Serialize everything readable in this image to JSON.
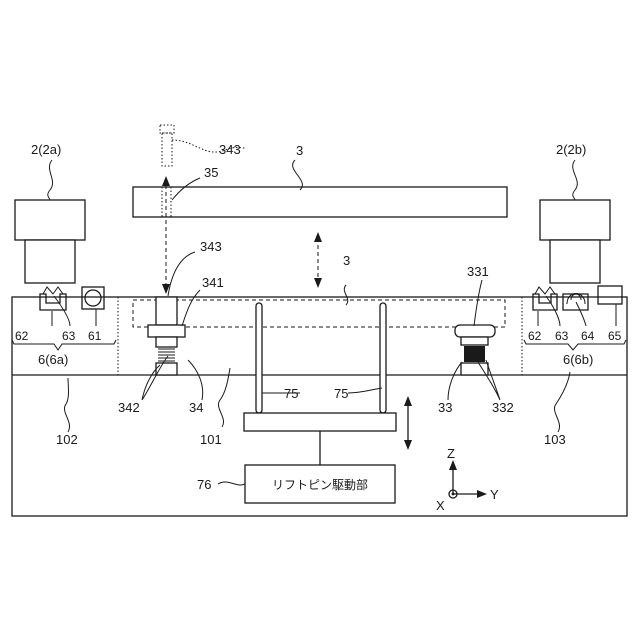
{
  "labels": {
    "stage_left": "2(2a)",
    "stage_right": "2(2b)",
    "mask_top": "3",
    "mask_lower": "3",
    "pin_343_top": "343",
    "pin_35": "35",
    "pin_343_mid": "343",
    "l341": "341",
    "l331": "331",
    "l62a": "62",
    "l63a": "63",
    "l61": "61",
    "l62b": "62",
    "l63b": "63",
    "l64": "64",
    "l65": "65",
    "unit_left": "6(6a)",
    "unit_right": "6(6b)",
    "l342": "342",
    "l34": "34",
    "l75a": "75",
    "l75b": "75",
    "l33": "33",
    "l332": "332",
    "l102": "102",
    "l101": "101",
    "l103": "103",
    "l76": "76",
    "drive_unit": "リフトピン駆動部",
    "axis_z": "Z",
    "axis_x": "X",
    "axis_y": "Y"
  },
  "colors": {
    "line": "#1a1a1a",
    "background": "#ffffff"
  }
}
